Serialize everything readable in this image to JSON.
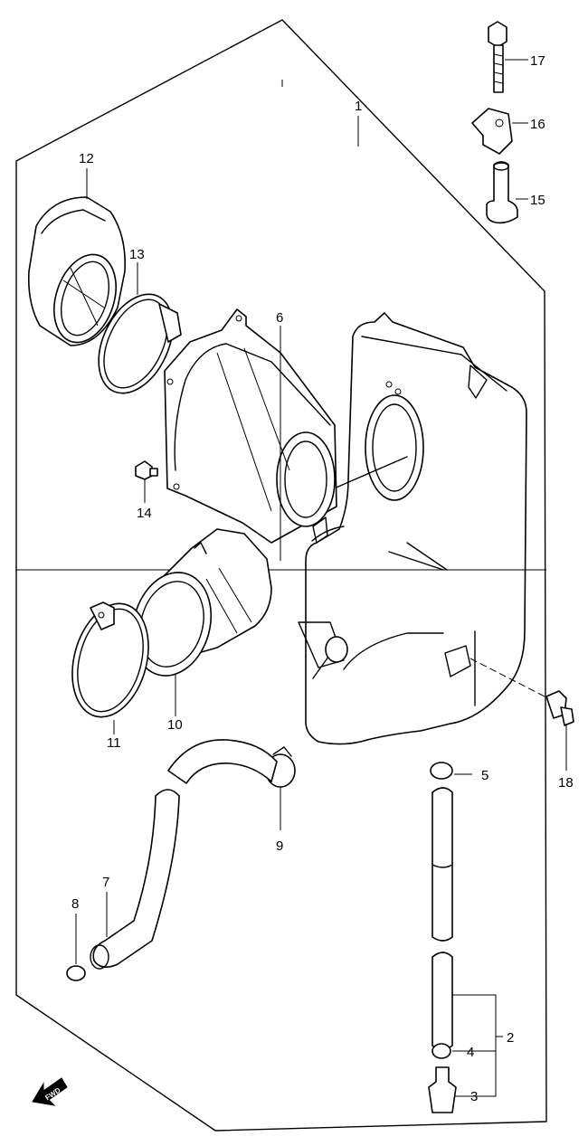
{
  "callouts": {
    "p1": "1",
    "p2": "2",
    "p3": "3",
    "p4": "4",
    "p5": "5",
    "p6": "6",
    "p7": "7",
    "p8": "8",
    "p9": "9",
    "p10": "10",
    "p11": "11",
    "p12": "12",
    "p13": "13",
    "p14": "14",
    "p15": "15",
    "p16": "16",
    "p17": "17",
    "p18": "18"
  },
  "fwd_label": "FWD",
  "colors": {
    "line": "#000000",
    "background": "#ffffff"
  }
}
